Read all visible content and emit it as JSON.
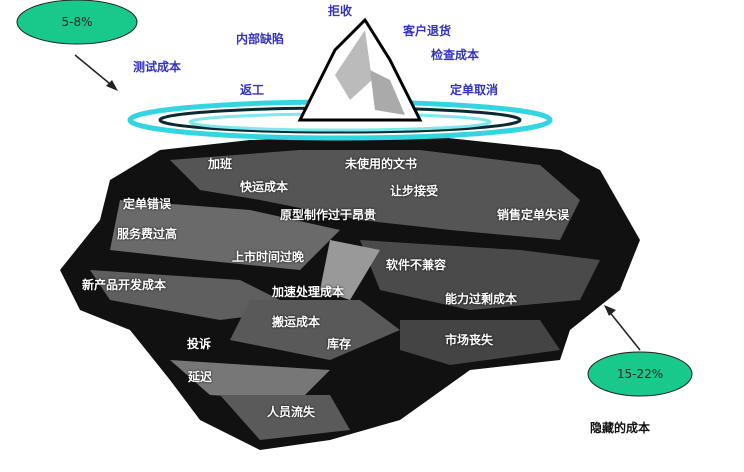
{
  "visible_costs_percent": "5-8%",
  "hidden_costs_percent": "15-22%",
  "hidden_costs_label": "隐藏的成本",
  "visible_costs": [
    "测试成本",
    "内部缺陷",
    "拒收",
    "客户退货",
    "检查成本",
    "返工",
    "定单取消"
  ],
  "hidden_costs": [
    "加班",
    "未使用的文书",
    "快运成本",
    "让步接受",
    "定单错误",
    "原型制作过于昂贵",
    "销售定单失误",
    "服务费过高",
    "上市时间过晚",
    "软件不兼容",
    "新产品开发成本",
    "加速处理成本",
    "能力过剩成本",
    "搬运成本",
    "投诉",
    "库存",
    "市场丧失",
    "延迟",
    "人员流失"
  ],
  "colors": {
    "ellipse": "#19c98c",
    "water": "#33d6e0",
    "visible_text": "#3333bb"
  }
}
